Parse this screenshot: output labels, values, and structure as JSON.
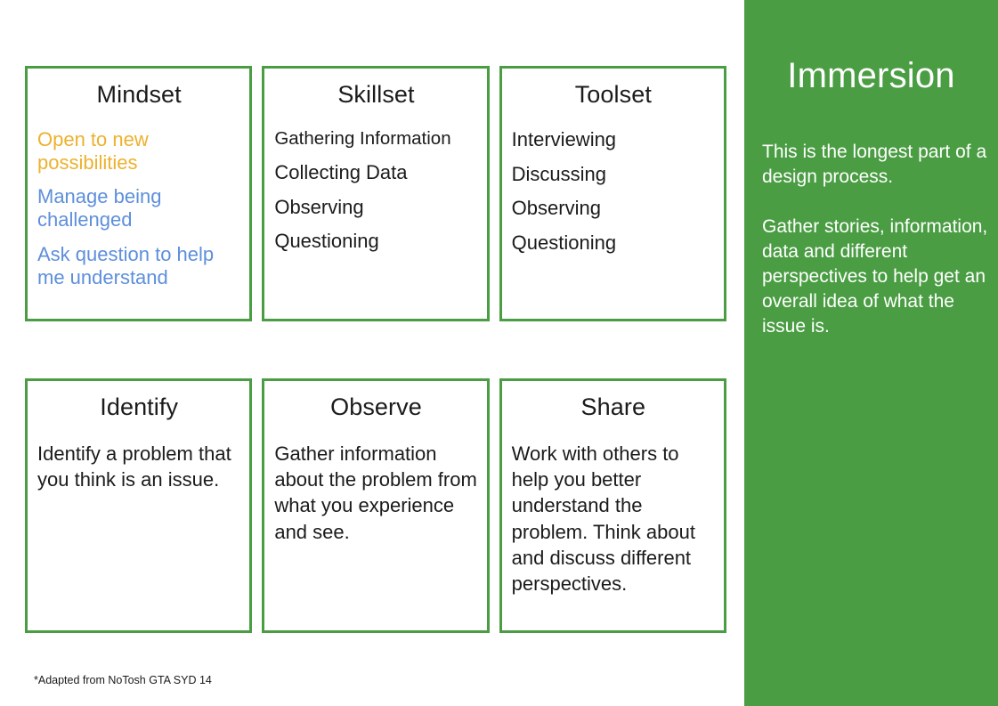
{
  "colors": {
    "card_border_green": "#4a9d43",
    "panel_green": "#4a9d43",
    "text_dark": "#1b1b1b",
    "accent_amber": "#edb12d",
    "accent_blue": "#5d8fdb",
    "panel_text": "#ffffff"
  },
  "cards": {
    "mindset": {
      "title": "Mindset",
      "items": [
        {
          "text": "Open to new possibilities",
          "color": "#edb12d"
        },
        {
          "text": "Manage being challenged",
          "color": "#5d8fdb"
        },
        {
          "text": "Ask question to help me understand",
          "color": "#5d8fdb"
        }
      ]
    },
    "skillset": {
      "title": "Skillset",
      "items": [
        {
          "text": "Gathering Information"
        },
        {
          "text": "Collecting Data"
        },
        {
          "text": "Observing"
        },
        {
          "text": "Questioning"
        }
      ]
    },
    "toolset": {
      "title": "Toolset",
      "items": [
        {
          "text": "Interviewing"
        },
        {
          "text": "Discussing"
        },
        {
          "text": "Observing"
        },
        {
          "text": "Questioning"
        }
      ]
    },
    "identify": {
      "title": "Identify",
      "body": "Identify a problem that you think is an issue."
    },
    "observe": {
      "title": "Observe",
      "body": "Gather information about the problem from what you experience and see."
    },
    "share": {
      "title": "Share",
      "body": "Work with others to help you better understand the problem. Think about and discuss different perspectives."
    }
  },
  "footnote": "*Adapted from NoTosh GTA SYD 14",
  "panel": {
    "title": "Immersion",
    "paragraph_1": "This is the longest part of a design process.",
    "paragraph_2": "Gather stories, information, data and different perspectives to help get an overall idea of what the issue is."
  }
}
